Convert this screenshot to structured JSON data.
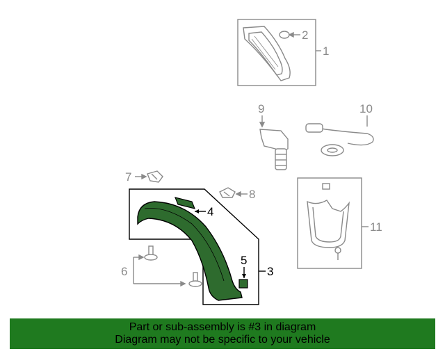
{
  "colors": {
    "highlight": "#2e6b2e",
    "banner": "#1f7a1f",
    "line_gray": "#8a8a8a",
    "line_dark": "#000000"
  },
  "callouts": {
    "c1": "1",
    "c2": "2",
    "c3": "3",
    "c4": "4",
    "c5": "5",
    "c6": "6",
    "c7": "7",
    "c8": "8",
    "c9": "9",
    "c10": "10",
    "c11": "11"
  },
  "banner": {
    "line1": "Part or sub-assembly is #3 in diagram",
    "line2": "Diagram may not be specific to your vehicle"
  }
}
